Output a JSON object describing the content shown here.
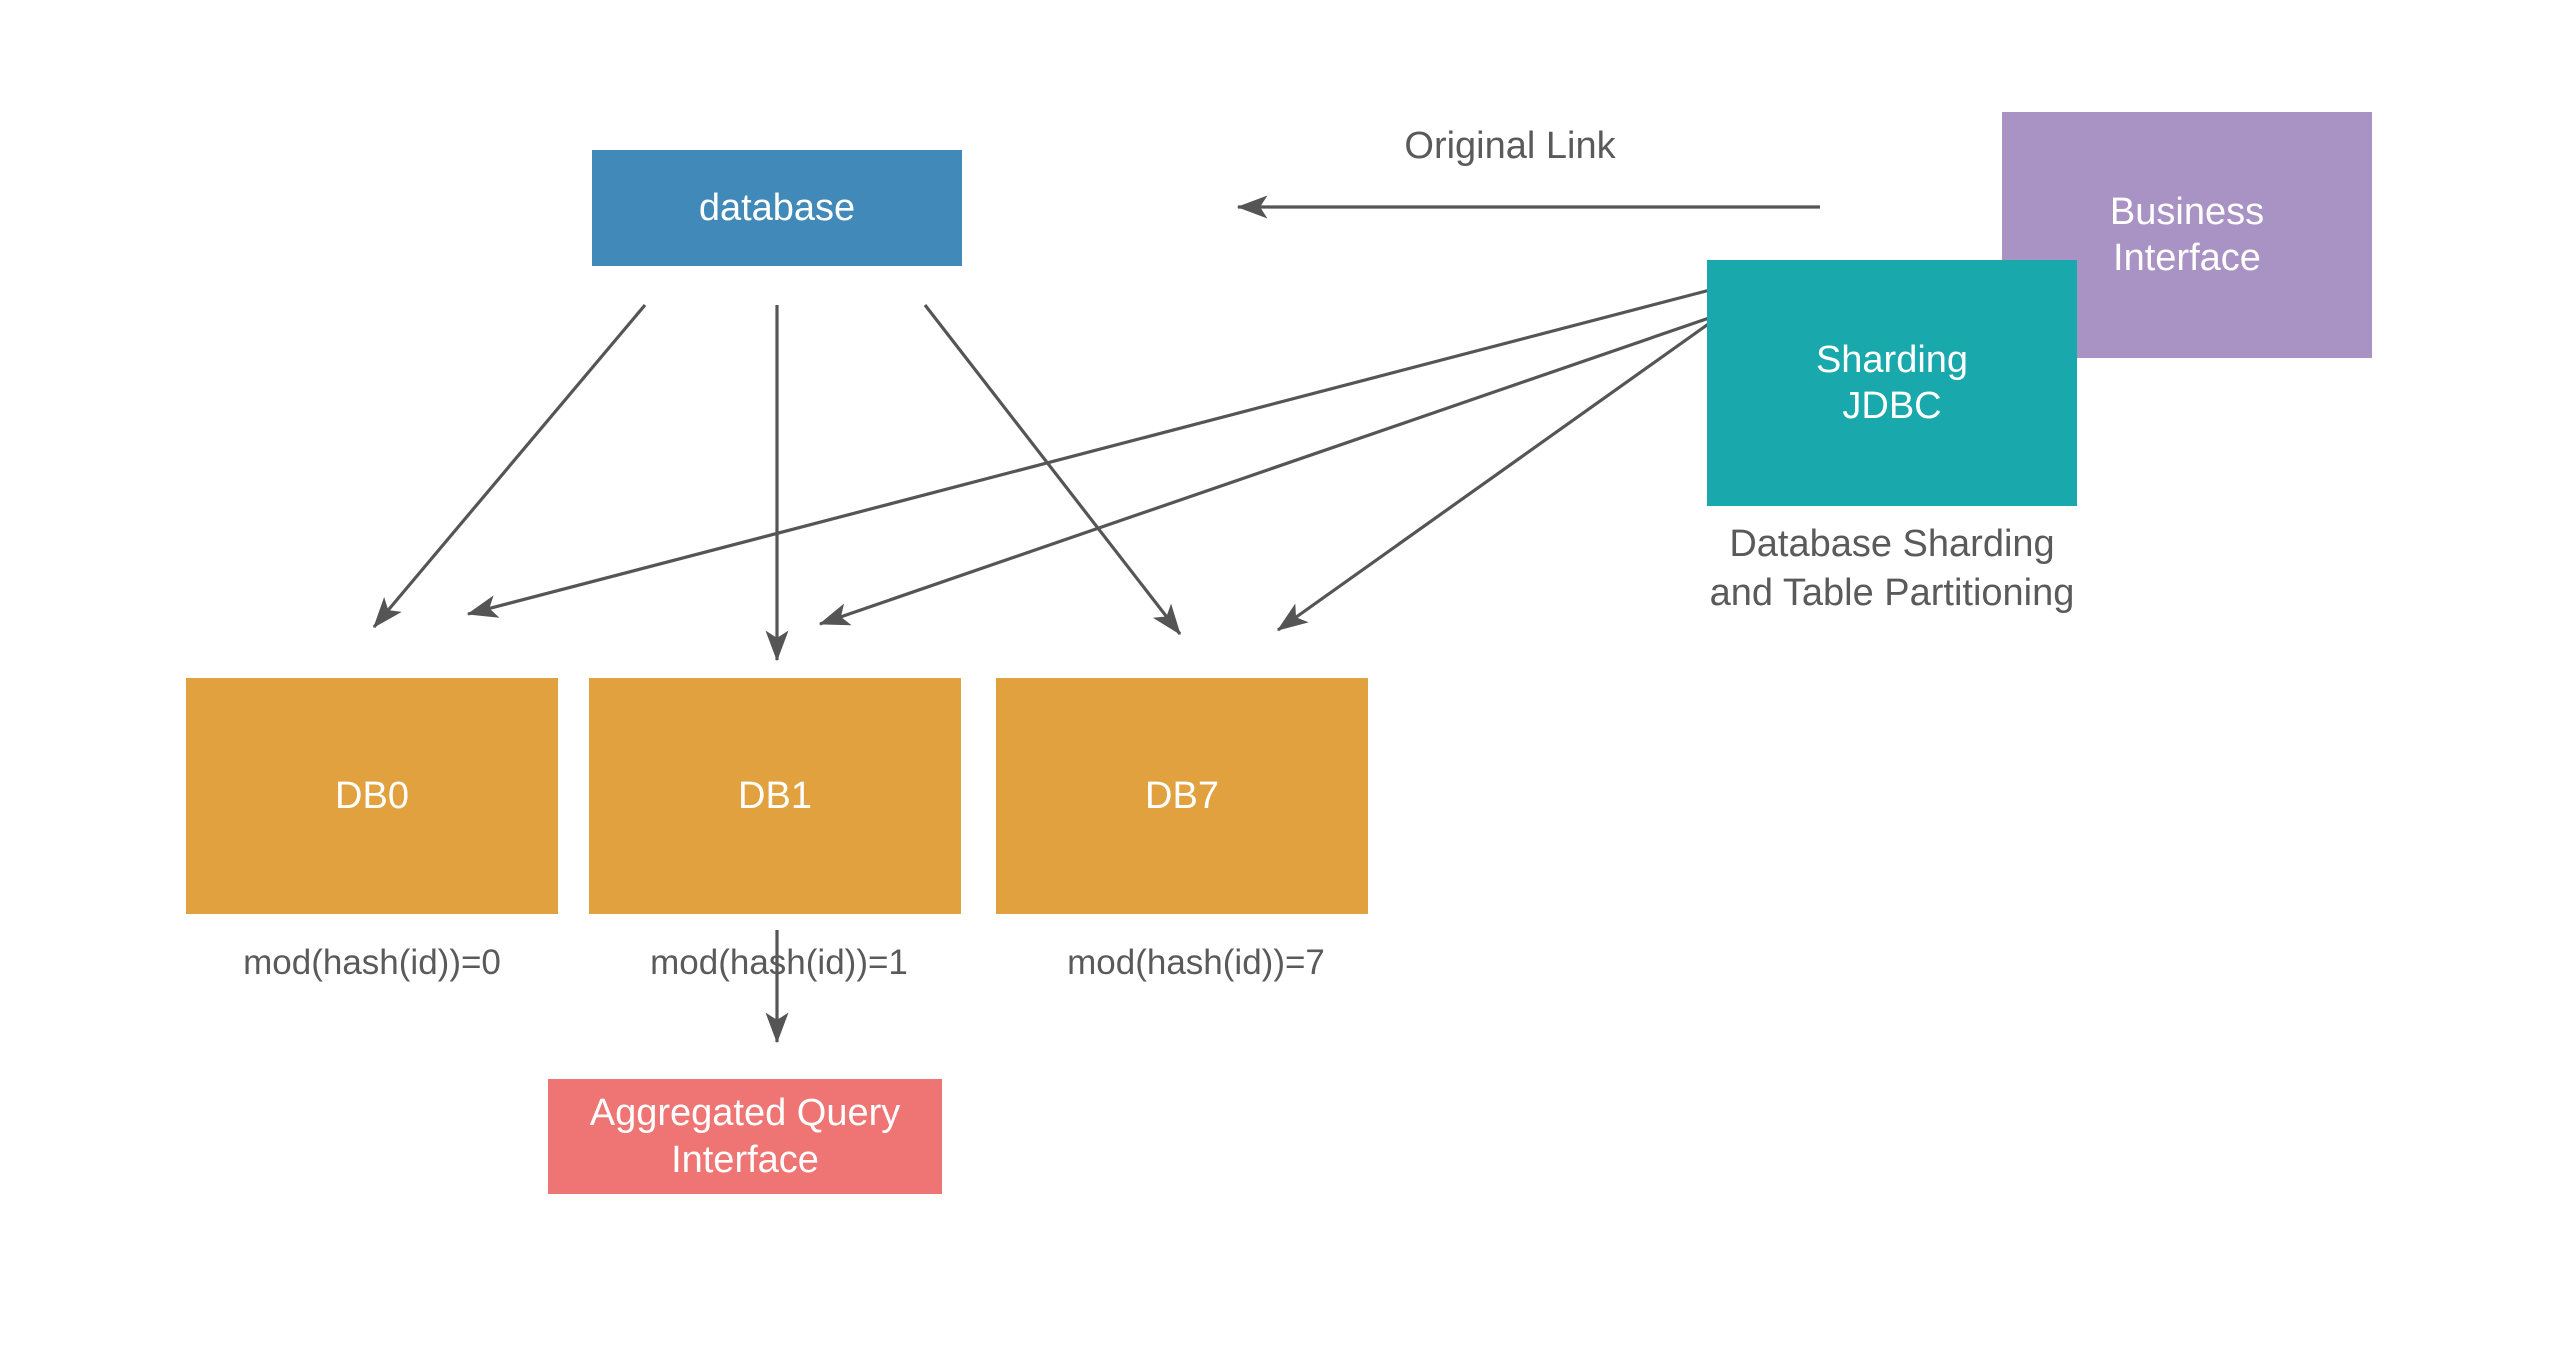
{
  "diagram": {
    "title": "Database Sharding and Table Partitioning with Sharding JDBC",
    "background": "#ffffff",
    "colors": {
      "database": "#4189b8",
      "business_interface": "#a992c4",
      "sharding_jdbc": "#19a8ab",
      "shard_db": "#e2a13f",
      "aggregated_query": "#ee7573",
      "edge": "#555555",
      "label_text": "#5a5a5a"
    }
  },
  "nodes": {
    "database": {
      "label": "database"
    },
    "business_interface": {
      "label": "Business\nInterface"
    },
    "sharding_jdbc": {
      "label": "Sharding\nJDBC"
    },
    "aggregated_query": {
      "label": "Aggregated Query\nInterface"
    },
    "shards": [
      {
        "label": "DB0",
        "rule": "mod(hash(id))=0"
      },
      {
        "label": "DB1",
        "rule": "mod(hash(id))=1"
      },
      {
        "label": "DB7",
        "rule": "mod(hash(id))=7"
      }
    ]
  },
  "labels": {
    "original_link": "Original Link",
    "jdbc_caption": "Database Sharding\nand Table Partitioning"
  },
  "edges": [
    {
      "from": "business_interface",
      "to": "database",
      "style": "arrow-left",
      "label": "Original Link"
    },
    {
      "from": "database",
      "to": "DB0",
      "style": "arrow"
    },
    {
      "from": "database",
      "to": "DB1",
      "style": "arrow"
    },
    {
      "from": "database",
      "to": "DB7",
      "style": "arrow"
    },
    {
      "from": "sharding_jdbc",
      "to": "DB0",
      "style": "arrow"
    },
    {
      "from": "sharding_jdbc",
      "to": "DB1",
      "style": "arrow"
    },
    {
      "from": "sharding_jdbc",
      "to": "DB7",
      "style": "arrow"
    },
    {
      "from": "DB1",
      "to": "aggregated_query",
      "style": "arrow"
    }
  ]
}
